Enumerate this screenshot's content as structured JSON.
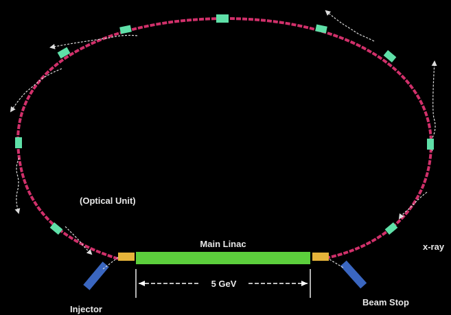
{
  "labels": {
    "optical_unit": "(Optical Unit)",
    "main_linac": "Main Linac",
    "energy": "5 GeV",
    "injector": "Injector",
    "beam_stop": "Beam Stop",
    "xray": "x-ray"
  },
  "colors": {
    "background": "#000000",
    "ring": "#d0306a",
    "optical_unit": "#5fe0a8",
    "linac": "#5ccf3c",
    "junction": "#e6b43a",
    "injector": "#3a66c0",
    "beam_stop": "#3a66c0",
    "xray_arrow": "#dcdcdc",
    "dimension_line": "#ffffff"
  },
  "icons": {
    "xray_emission": "wavy-arrow-icon"
  }
}
